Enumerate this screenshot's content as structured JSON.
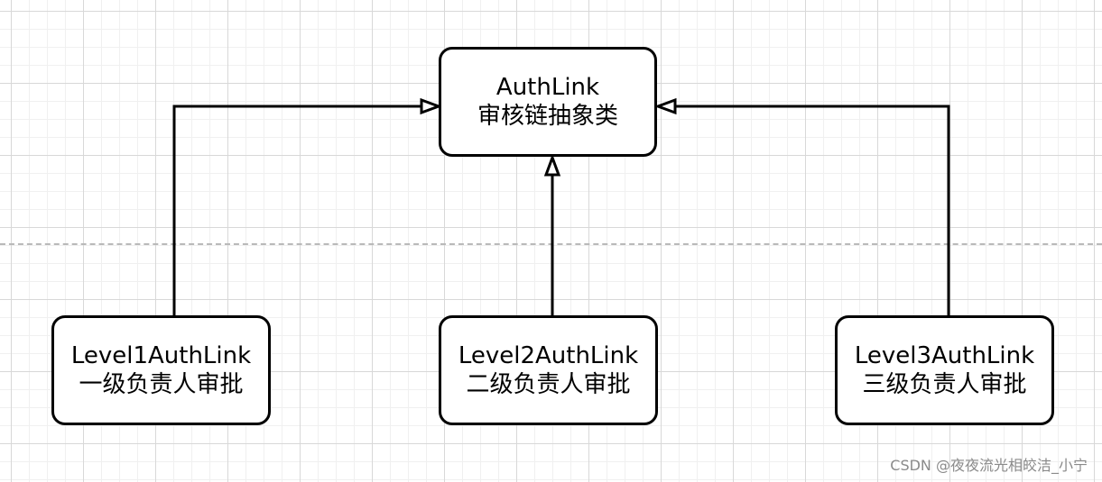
{
  "diagram": {
    "parent": {
      "title": "AuthLink",
      "subtitle": "审核链抽象类"
    },
    "children": [
      {
        "title": "Level1AuthLink",
        "subtitle": "一级负责人审批"
      },
      {
        "title": "Level2AuthLink",
        "subtitle": "二级负责人审批"
      },
      {
        "title": "Level3AuthLink",
        "subtitle": "三级负责人审批"
      }
    ],
    "relationship": "inheritance"
  },
  "watermark": "CSDN @夜夜流光相皎洁_小宁",
  "colors": {
    "stroke": "#000000",
    "grid_major": "#d8d8d8",
    "grid_minor": "#f0f0f0",
    "page_break": "#b9b9b9",
    "watermark": "#8a8a8a"
  }
}
